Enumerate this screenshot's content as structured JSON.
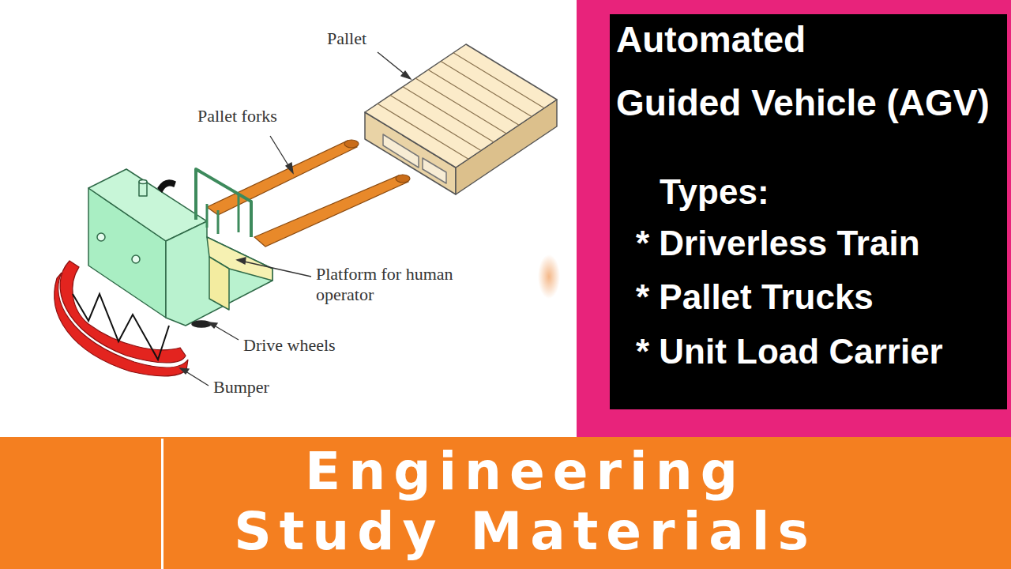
{
  "diagram": {
    "nodes": [
      {
        "text": [
          "Automated Guided Vehicle (AGV)",
          "Types:",
          "* Driverless Train",
          "* Pallet Trucks",
          "* Unit Load Carrier"
        ]
      },
      {
        "text": [
          "Engineering Study Materials"
        ]
      }
    ],
    "labels": [
      "Pallet",
      "Pallet forks",
      "Platform for human operator",
      "Drive wheels",
      "Bumper"
    ]
  }
}
